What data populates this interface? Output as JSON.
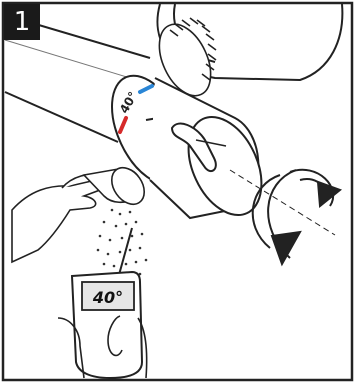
{
  "step": {
    "number": "1"
  },
  "dial": {
    "temperature_label": "40°",
    "hot_color": "#d62a2a",
    "cold_color": "#2a86d6"
  },
  "thermometer": {
    "reading": "40°"
  }
}
